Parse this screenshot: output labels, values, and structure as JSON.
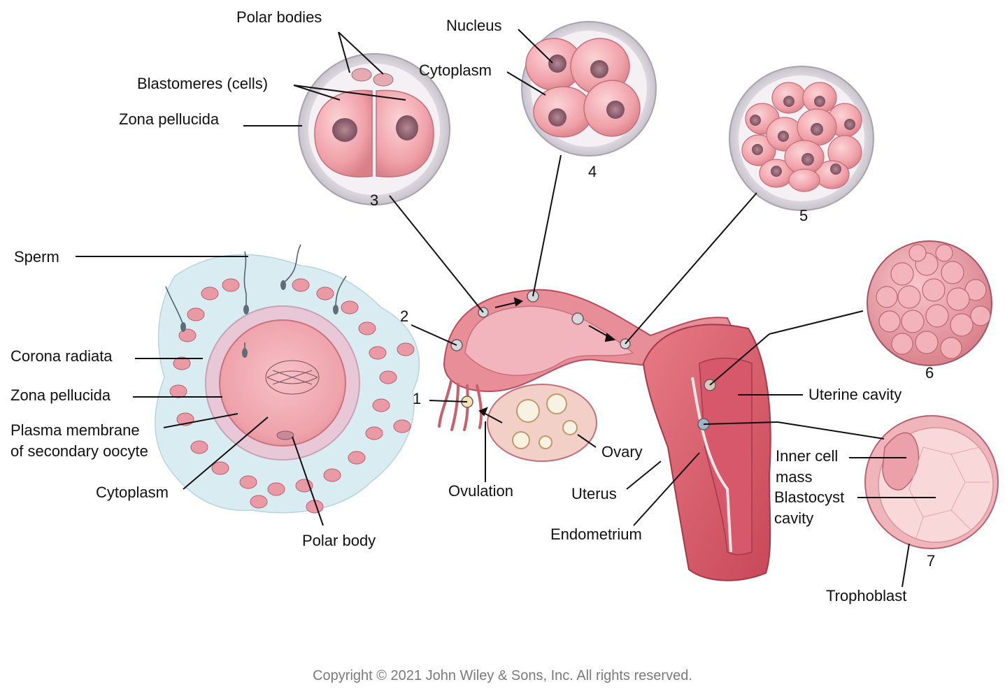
{
  "labels": {
    "polar_bodies": "Polar bodies",
    "blastomeres": "Blastomeres (cells)",
    "zona_pellucida_top": "Zona pellucida",
    "nucleus": "Nucleus",
    "cytoplasm_top": "Cytoplasm",
    "sperm": "Sperm",
    "corona_radiata": "Corona radiata",
    "zona_pellucida_left": "Zona pellucida",
    "plasma_membrane_1": "Plasma membrane",
    "plasma_membrane_2": "of secondary oocyte",
    "cytoplasm_left": "Cytoplasm",
    "polar_body": "Polar body",
    "ovulation": "Ovulation",
    "ovary": "Ovary",
    "uterus": "Uterus",
    "endometrium": "Endometrium",
    "uterine_cavity": "Uterine cavity",
    "inner_cell_1": "Inner cell",
    "inner_cell_2": "mass",
    "blastocyst_1": "Blastocyst",
    "blastocyst_2": "cavity",
    "trophoblast": "Trophoblast"
  },
  "stage_numbers": {
    "s1": "1",
    "s2": "2",
    "s3": "3",
    "s4": "4",
    "s5": "5",
    "s6": "6",
    "s7": "7"
  },
  "copyright": "Copyright © 2021 John Wiley & Sons, Inc. All rights reserved.",
  "colors": {
    "cell_pink": "#f2a7ae",
    "tissue_red": "#c94a5a",
    "zona_gray": "#d9d6dc",
    "fluid_blue": "#d7ecf2",
    "nucleus_purple": "#8a5a6a"
  }
}
